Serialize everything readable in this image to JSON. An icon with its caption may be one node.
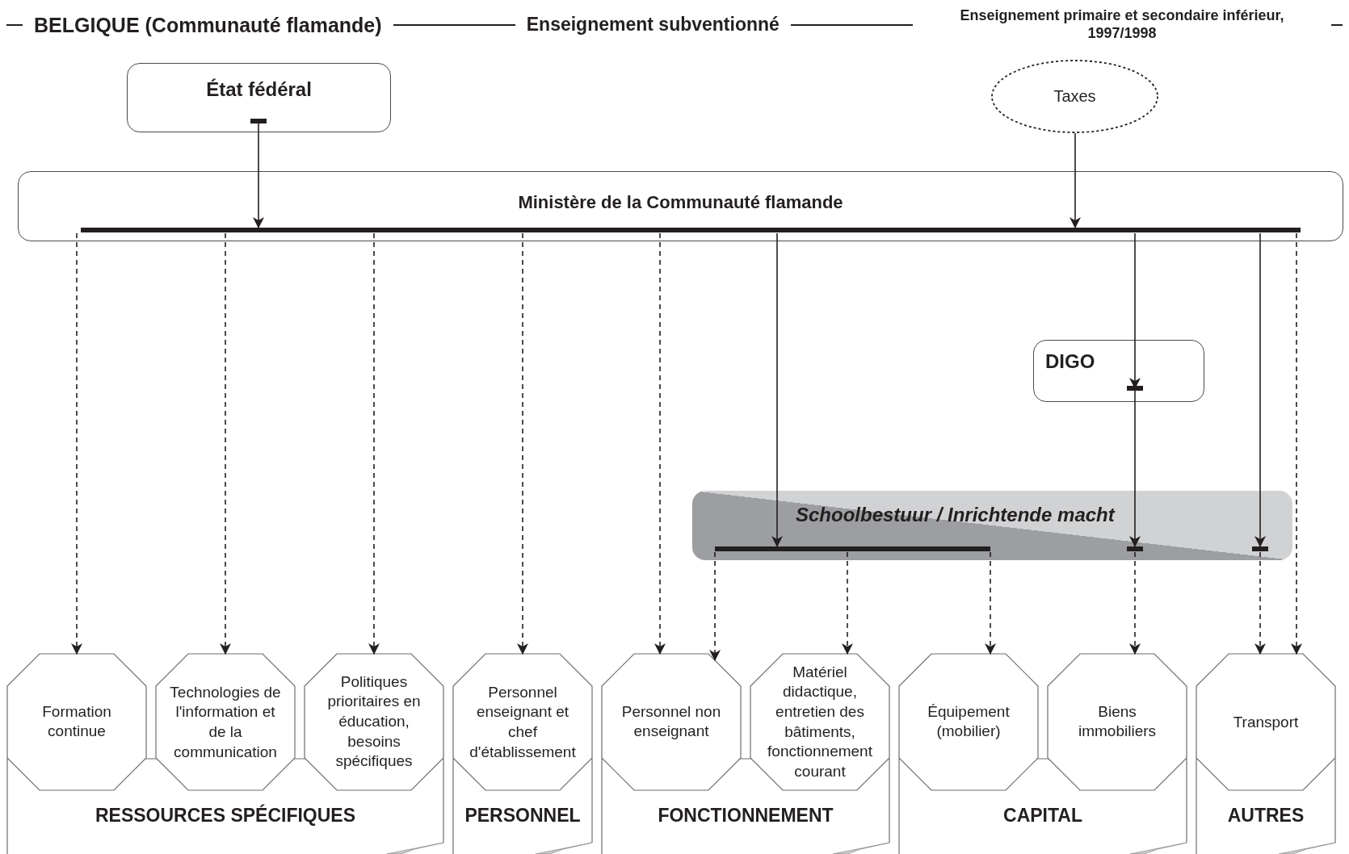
{
  "diagram": {
    "title": "BELGIQUE (Communauté flamande)",
    "nodes": [
      {
        "text": [
          "État fédéral"
        ]
      },
      {
        "text": [
          "Taxes"
        ]
      },
      {
        "text": [
          "Ministère de la Communauté flamande"
        ]
      },
      {
        "text": [
          "DIGO"
        ]
      },
      {
        "text": [
          "Schoolbestuur / Inrichtende macht"
        ]
      },
      {
        "text": [
          "Formation continue"
        ]
      },
      {
        "text": [
          "Technologies de l'information et de la communication"
        ]
      },
      {
        "text": [
          "Politiques prioritaires en éducation, besoins spécifiques"
        ]
      },
      {
        "text": [
          "Personnel enseignant et chef d'établissement"
        ]
      },
      {
        "text": [
          "Personnel non enseignant"
        ]
      },
      {
        "text": [
          "Matériel didactique, entretien des bâtiments, fonctionnement courant"
        ]
      },
      {
        "text": [
          "Équipement (mobilier)"
        ]
      },
      {
        "text": [
          "Biens immobiliers"
        ]
      },
      {
        "text": [
          "Transport"
        ]
      },
      {
        "text": [
          "RESSOURCES SPÉCIFIQUES"
        ]
      },
      {
        "text": [
          "PERSONNEL"
        ]
      },
      {
        "text": [
          "FONCTIONNEMENT"
        ]
      },
      {
        "text": [
          "CAPITAL"
        ]
      },
      {
        "text": [
          "AUTRES"
        ]
      }
    ],
    "edges": [
      {
        "from": 0,
        "to": 2,
        "arrow": "to"
      },
      {
        "from": 1,
        "to": 2,
        "arrow": "to"
      },
      {
        "from": 2,
        "to": 5,
        "arrow": "to",
        "style": "dashed"
      },
      {
        "from": 2,
        "to": 6,
        "arrow": "to",
        "style": "dashed"
      },
      {
        "from": 2,
        "to": 7,
        "arrow": "to",
        "style": "dashed"
      },
      {
        "from": 2,
        "to": 8,
        "arrow": "to",
        "style": "dashed"
      },
      {
        "from": 2,
        "to": 9,
        "arrow": "to",
        "style": "dashed"
      },
      {
        "from": 2,
        "to": 4,
        "arrow": "to"
      },
      {
        "from": 2,
        "to": 3,
        "arrow": "to"
      },
      {
        "from": 2,
        "to": 4,
        "arrow": "to"
      },
      {
        "from": 3,
        "to": 4,
        "arrow": "to"
      },
      {
        "from": 4,
        "to": 9,
        "arrow": "to",
        "style": "dashed"
      },
      {
        "from": 4,
        "to": 10,
        "arrow": "to",
        "style": "dashed"
      },
      {
        "from": 4,
        "to": 11,
        "arrow": "to",
        "style": "dashed"
      },
      {
        "from": 4,
        "to": 12,
        "arrow": "to",
        "style": "dashed"
      },
      {
        "from": 4,
        "to": 13,
        "arrow": "to",
        "style": "dashed"
      },
      {
        "from": 2,
        "to": 13,
        "arrow": "to",
        "style": "dashed"
      }
    ],
    "labels": [
      "Enseignement subventionné",
      "Enseignement primaire et secondaire inférieur, 1997/1998"
    ]
  }
}
